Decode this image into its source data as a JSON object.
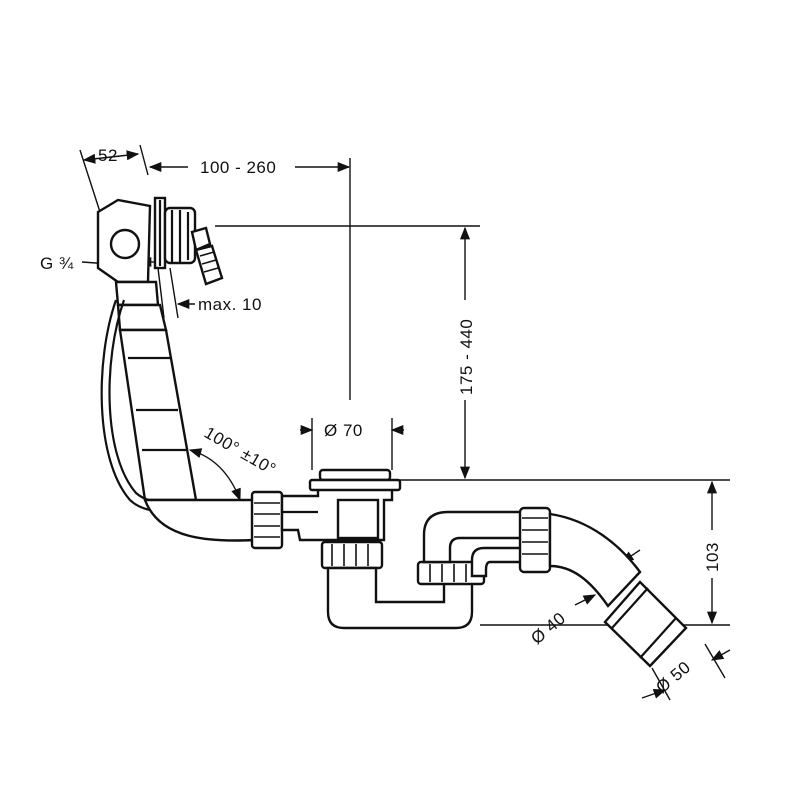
{
  "dimensions": {
    "width_52": "52",
    "spacing_100_260": "100 - 260",
    "thread_g34": "G ¾",
    "max_10": "max. 10",
    "height_175_440": "175 - 440",
    "diameter_70": "Ø 70",
    "angle_100": "100° ±10°",
    "height_103": "103",
    "diameter_40": "Ø 40",
    "diameter_50": "Ø 50"
  },
  "colors": {
    "ink": "#111111",
    "paper": "#ffffff"
  }
}
